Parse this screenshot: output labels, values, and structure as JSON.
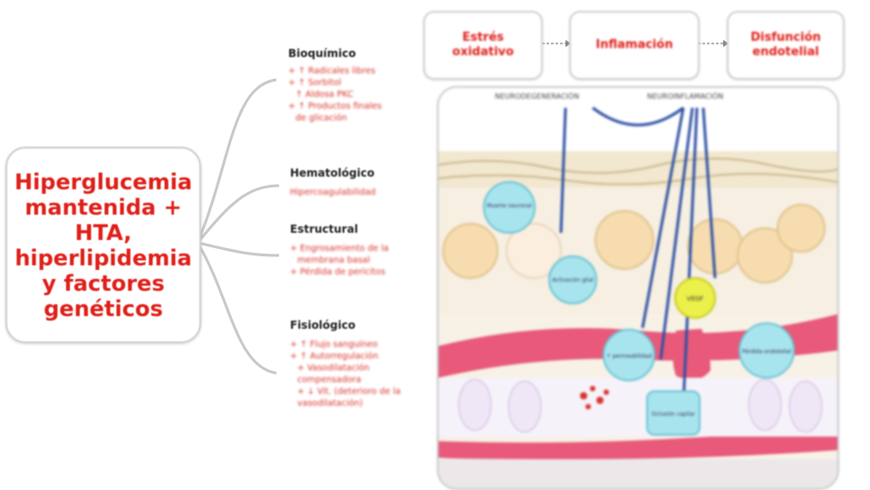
{
  "main_box": {
    "lines": [
      "Hiperglucemia",
      "mantenida +",
      "HTA,",
      "hiperlipidemia",
      "y factores",
      "genéticos"
    ]
  },
  "categories": [
    {
      "title": "Bioquímico",
      "items": [
        "+ ↑ Radicales libres",
        "+ ↑ Sorbitol",
        "  ↑ Aldosa PKC",
        "+ ↑ Productos finales",
        "  de glicación"
      ]
    },
    {
      "title": "Hematológico",
      "items": [
        "Hipercoagulabilidad"
      ]
    },
    {
      "title": "Estructural",
      "items": [
        "+ Engrosamiento de la",
        "  membrana basal",
        "+ Pérdida de pericitos"
      ]
    },
    {
      "title": "Fisiológico",
      "items": [
        "+ ↑ Flujo sanguíneo",
        "+ ↑ Autorregulación",
        "  + Vasodilatación",
        "    compensadora",
        "  + ↓ Vit. (deterioro de la",
        "    vasodilatación)"
      ]
    }
  ],
  "top_boxes": [
    {
      "label_lines": [
        "Estrés",
        "oxidativo"
      ]
    },
    {
      "label_lines": [
        "Inflamación"
      ]
    },
    {
      "label_lines": [
        "Disfunción",
        "endotelial"
      ]
    }
  ],
  "illustration": {
    "header_labels": [
      "NEURODEGENERACIÓN",
      "NEUROINFLAMACIÓN"
    ],
    "bubbles": [
      "Muerte neuronal",
      "Activación glial",
      "VEGF",
      "↑ permeabilidad",
      "Pérdida endotelial",
      "Oclusión capilar"
    ]
  },
  "colors": {
    "accent_red": "#e0201a",
    "vessel_pink": "#e8597a",
    "nerve_blue": "#2c4fa3",
    "bubble_cyan": "#a8e4ee",
    "bubble_yellow": "#ecf04a"
  }
}
